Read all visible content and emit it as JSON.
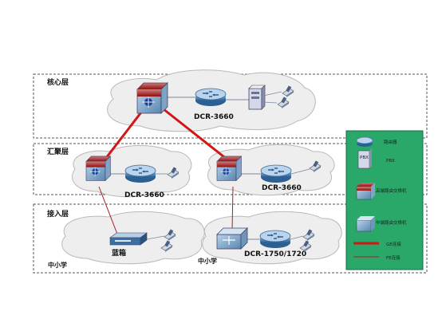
{
  "layers": {
    "core": "核心层",
    "aggregation": "汇聚层",
    "access": "接入层"
  },
  "devices": {
    "core_router": "DCR-3660",
    "agg_left_router": "DCR-3660",
    "agg_right_router": "DCR-3660",
    "access_left_box": "蓝箱",
    "access_right_router": "DCR-1750/1720"
  },
  "sites": {
    "left": "中小学",
    "right": "中小学"
  },
  "legend": {
    "router": "路由器",
    "pbx_icon": "PBX",
    "pbx": "PBX",
    "core_switch": "高端路由交换机",
    "mid_switch": "中端路由交换机",
    "ge_link": "GE连接",
    "fe_link": "FE连接"
  },
  "colors": {
    "legend_bg": "#2aa86a",
    "ge_link": "#d11616",
    "fe_link": "#a82020",
    "cloud": "#eeeeee"
  },
  "icons": [
    "router-icon",
    "pbx-icon",
    "core-switch-icon",
    "mid-switch-icon",
    "phone-icon",
    "box-icon"
  ]
}
